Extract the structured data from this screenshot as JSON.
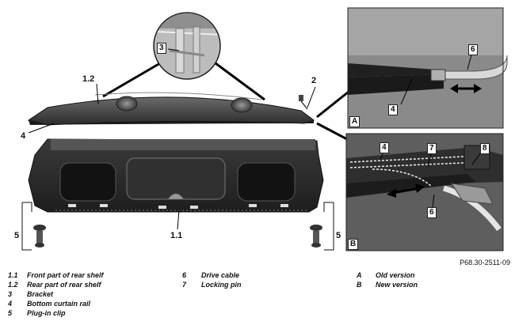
{
  "figure_id": "P68.30-2511-09",
  "callouts": {
    "c1_2": "1.2",
    "c2": "2",
    "c3": "3",
    "c4": "4",
    "c1_1": "1.1",
    "c5_left": "5",
    "c5_right": "5",
    "inset_a_6": "6",
    "inset_a_4": "4",
    "inset_b_4": "4",
    "inset_b_7": "7",
    "inset_b_8": "8",
    "inset_b_6": "6"
  },
  "insets": {
    "a_letter": "A",
    "b_letter": "B"
  },
  "legend": {
    "col1": [
      {
        "key": "1.1",
        "label": "Front part of rear shelf"
      },
      {
        "key": "1.2",
        "label": "Rear part of rear shelf"
      },
      {
        "key": "3",
        "label": "Bracket"
      },
      {
        "key": "4",
        "label": "Bottom curtain rail"
      },
      {
        "key": "5",
        "label": "Plug-in clip"
      }
    ],
    "col2": [
      {
        "key": "6",
        "label": "Drive cable"
      },
      {
        "key": "7",
        "label": "Locking pin"
      }
    ],
    "col3": [
      {
        "key": "A",
        "label": "Old version"
      },
      {
        "key": "B",
        "label": "New version"
      }
    ]
  }
}
